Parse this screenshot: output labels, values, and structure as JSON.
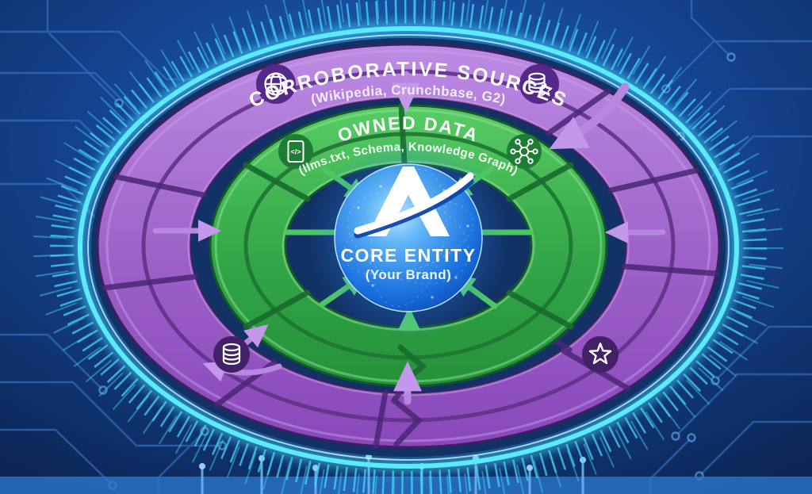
{
  "diagram": {
    "outer_ring": {
      "label": "CORROBORATIVE SOURCES",
      "sublabel": "(Wikipedia, Crunchbase, G2)",
      "icons": [
        {
          "name": "globe-icon"
        },
        {
          "name": "database-star-icon"
        },
        {
          "name": "database-icon"
        },
        {
          "name": "star-icon"
        }
      ]
    },
    "middle_ring": {
      "label": "OWNED DATA",
      "sublabel": "(llms.txt, Schema, Knowledge Graph)",
      "code_glyph": "</>",
      "icons": [
        {
          "name": "code-file-icon"
        },
        {
          "name": "knowledge-graph-icon"
        }
      ]
    },
    "core": {
      "logo": "A",
      "label": "CORE ENTITY",
      "sublabel": "(Your Brand)"
    },
    "colors": {
      "background": "#0d2a5c",
      "circuit_trace": "#3c7fd4",
      "rim_cyan": "#4fe6ff",
      "outer_ring_purple": "#9a5fc6",
      "middle_ring_green": "#2f9e44",
      "core_blue": "#1b72e0",
      "arrow_purple": "#b887e2",
      "arrow_green": "#4ec763"
    }
  }
}
